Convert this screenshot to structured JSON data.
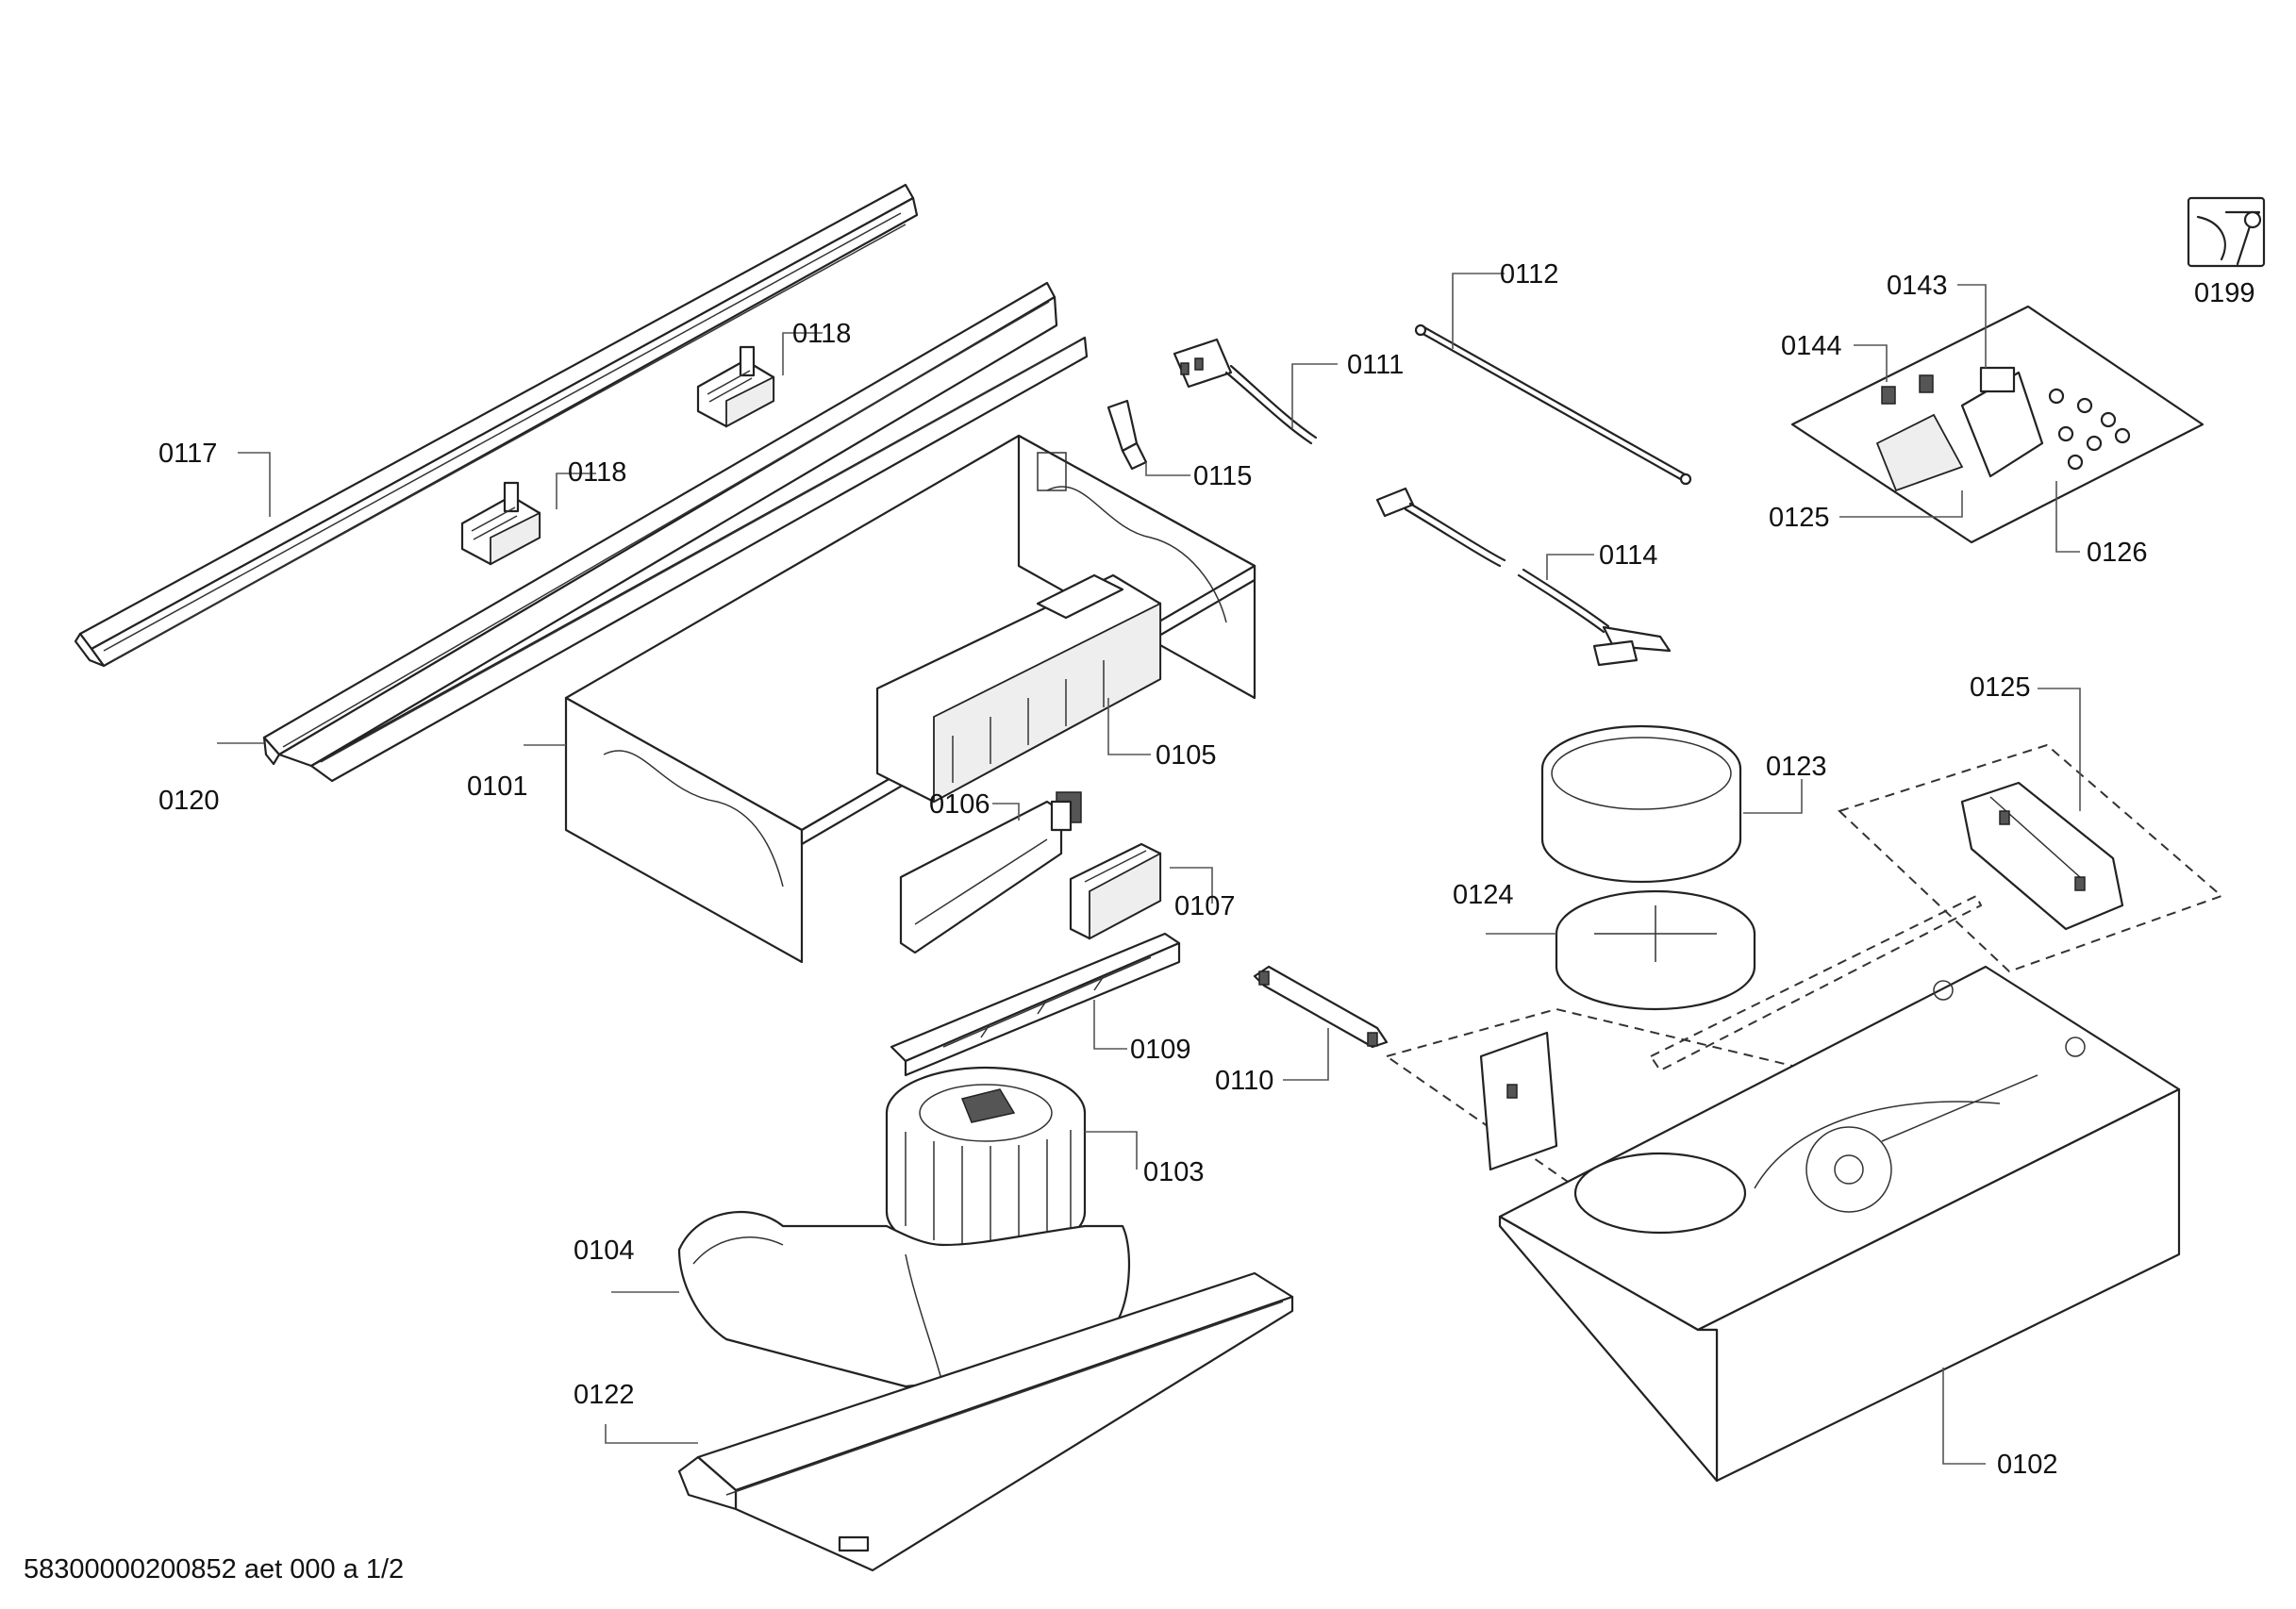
{
  "document_id": "58300000200852 aet 000 a 1/2",
  "callouts": {
    "c0101": "0101",
    "c0102": "0102",
    "c0103": "0103",
    "c0104": "0104",
    "c0105": "0105",
    "c0106": "0106",
    "c0107": "0107",
    "c0109": "0109",
    "c0110": "0110",
    "c0111": "0111",
    "c0112": "0112",
    "c0114": "0114",
    "c0115": "0115",
    "c0117": "0117",
    "c0118a": "0118",
    "c0118b": "0118",
    "c0120": "0120",
    "c0122": "0122",
    "c0123": "0123",
    "c0124": "0124",
    "c0125a": "0125",
    "c0125b": "0125",
    "c0126": "0126",
    "c0143": "0143",
    "c0144": "0144",
    "c0199": "0199"
  },
  "icons": {
    "service_kit": "service-kit-icon"
  }
}
